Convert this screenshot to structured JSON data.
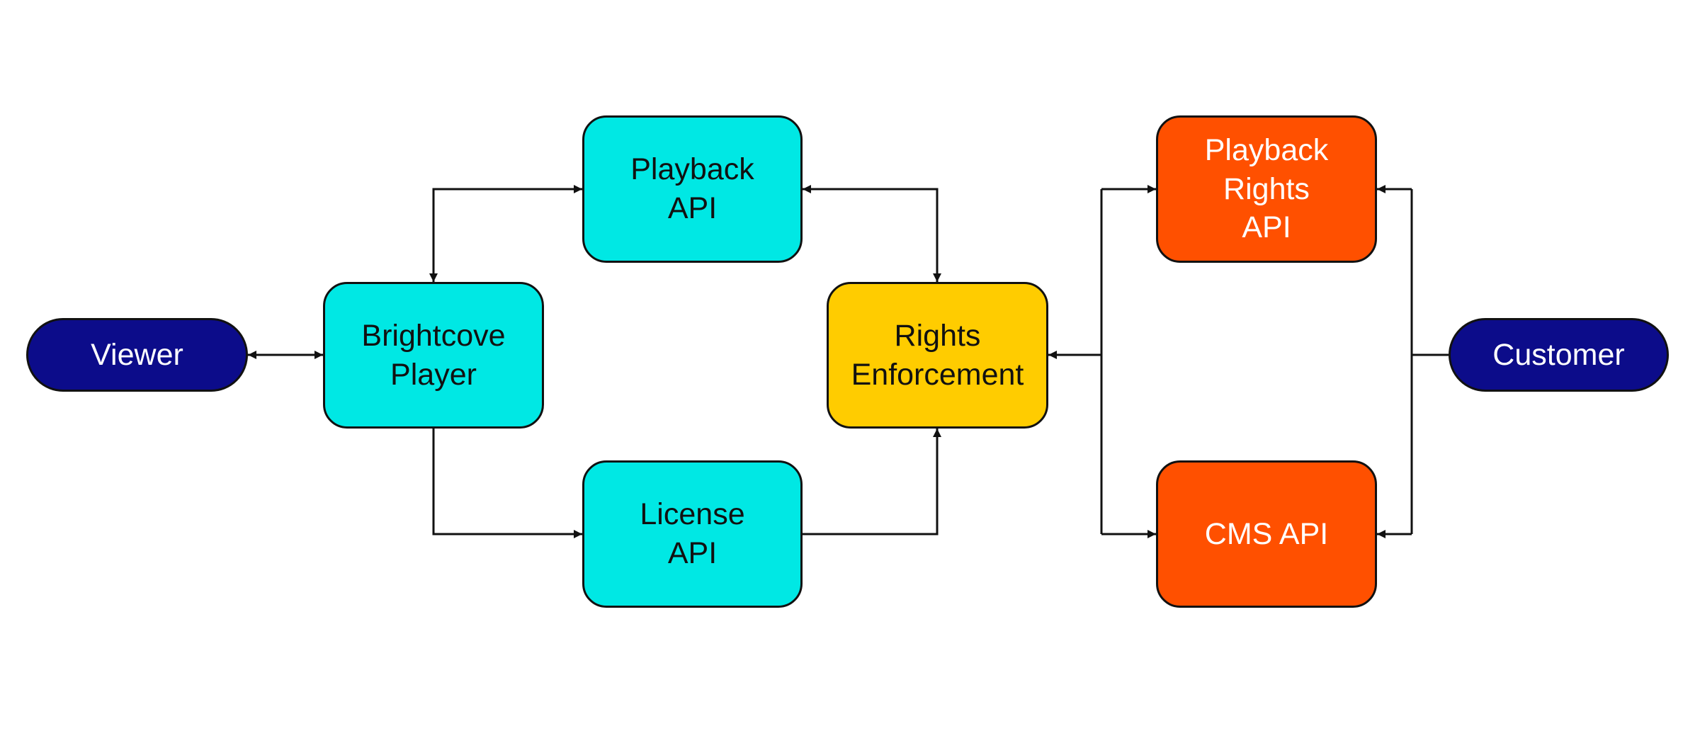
{
  "nodes": {
    "viewer": {
      "label": "Viewer",
      "color": "#0c0c8a"
    },
    "brightcove_player": {
      "label": "Brightcove\nPlayer",
      "color": "#00e8e4"
    },
    "playback_api": {
      "label": "Playback\nAPI",
      "color": "#00e8e4"
    },
    "license_api": {
      "label": "License\nAPI",
      "color": "#00e8e4"
    },
    "rights_enforcement": {
      "label": "Rights\nEnforcement",
      "color": "#ffcc00"
    },
    "playback_rights_api": {
      "label": "Playback\nRights\nAPI",
      "color": "#ff5000"
    },
    "cms_api": {
      "label": "CMS API",
      "color": "#ff5000"
    },
    "customer": {
      "label": "Customer",
      "color": "#0c0c8a"
    }
  },
  "edges": [
    {
      "from": "Viewer",
      "to": "Brightcove Player",
      "direction": "both"
    },
    {
      "from": "Brightcove Player",
      "to": "Playback API",
      "direction": "both"
    },
    {
      "from": "Brightcove Player",
      "to": "License API",
      "direction": "forward"
    },
    {
      "from": "Playback API",
      "to": "Rights Enforcement",
      "direction": "both"
    },
    {
      "from": "License API",
      "to": "Rights Enforcement",
      "direction": "forward"
    },
    {
      "from": "Rights Enforcement junction",
      "to": "Rights Enforcement",
      "direction": "forward"
    },
    {
      "from": "Rights Enforcement junction",
      "to": "Playback Rights API",
      "direction": "forward"
    },
    {
      "from": "Rights Enforcement junction",
      "to": "CMS API",
      "direction": "forward"
    },
    {
      "from": "Customer",
      "to": "Playback Rights API",
      "direction": "forward"
    },
    {
      "from": "Customer",
      "to": "CMS API",
      "direction": "forward"
    }
  ]
}
